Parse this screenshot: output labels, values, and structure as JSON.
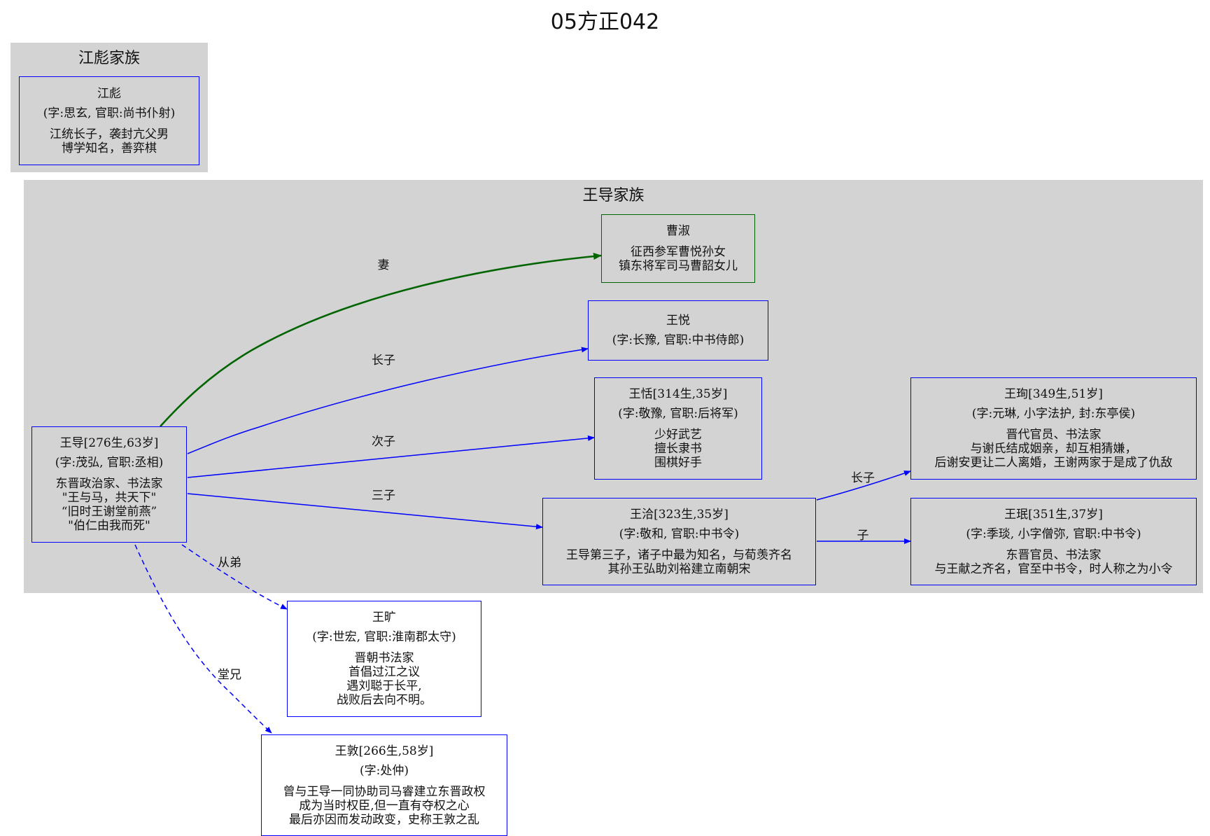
{
  "title": "05方正042",
  "clusters": {
    "jiang": {
      "label": "江彪家族"
    },
    "wang": {
      "label": "王导家族"
    }
  },
  "nodes": {
    "jiangbiao": {
      "name": "江彪",
      "info": "(字:思玄, 官职:尚书仆射)",
      "desc": [
        "江统长子，袭封亢父男",
        "博学知名，善弈棋"
      ]
    },
    "caoshu": {
      "name": "曹淑",
      "desc": [
        "征西参军曹悦孙女",
        "镇东将军司马曹韶女儿"
      ]
    },
    "wangyue": {
      "name": "王悦",
      "info": "(字:长豫, 官职:中书侍郎)"
    },
    "wangtian": {
      "name": "王恬[314生,35岁]",
      "info": "(字:敬豫, 官职:后将军)",
      "desc": [
        "少好武艺",
        "擅长隶书",
        "围棋好手"
      ]
    },
    "wangxun": {
      "name": "王珣[349生,51岁]",
      "info": "(字:元琳, 小字法护, 封:东亭侯)",
      "desc": [
        "晋代官员、书法家",
        "与谢氏结成姻亲，却互相猜嫌，",
        "后谢安更让二人离婚，王谢两家于是成了仇敌"
      ]
    },
    "wangdao": {
      "name": "王导[276生,63岁]",
      "info": "(字:茂弘, 官职:丞相)",
      "desc": [
        "东晋政治家、书法家",
        "\"王与马，共天下\"",
        "“旧时王谢堂前燕”",
        "\"伯仁由我而死\""
      ]
    },
    "wangqia": {
      "name": "王洽[323生,35岁]",
      "info": "(字:敬和, 官职:中书令)",
      "desc": [
        "王导第三子，诸子中最为知名，与荀羡齐名",
        "其孙王弘助刘裕建立南朝宋"
      ]
    },
    "wangmin": {
      "name": "王珉[351生,37岁]",
      "info": "(字:季琰, 小字僧弥, 官职:中书令)",
      "desc": [
        "东晋官员、书法家",
        "与王献之齐名，官至中书令，时人称之为小令"
      ]
    },
    "wangkuang": {
      "name": "王旷",
      "info": "(字:世宏, 官职:淮南郡太守)",
      "desc": [
        "晋朝书法家",
        "首倡过江之议",
        "遇刘聪于长平,",
        "战败后去向不明。"
      ]
    },
    "wangdun": {
      "name": "王敦[266生,58岁]",
      "info": "(字:处仲)",
      "desc": [
        "曾与王导一同协助司马睿建立东晋政权",
        "成为当时权臣,但一直有夺权之心",
        "最后亦因而发动政变，史称王敦之乱"
      ]
    }
  },
  "edges": {
    "wife": "妻",
    "eldest": "长子",
    "second": "次子",
    "third": "三子",
    "qia_eldest": "长子",
    "qia_son": "子",
    "cousin_younger": "从弟",
    "cousin_elder": "堂兄"
  },
  "colors": {
    "blood": "#0000ff",
    "spouse": "#006400",
    "cluster": "#d3d3d3"
  }
}
